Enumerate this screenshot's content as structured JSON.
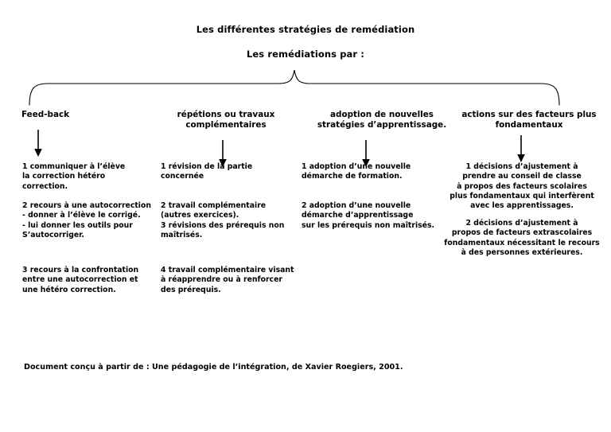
{
  "document": {
    "title": "Les différentes stratégies de remédiation",
    "subtitle": "Les remédiations par :",
    "footer": "Document conçu à partir de : Une pédagogie de l’intégration, de Xavier Roegiers, 2001.",
    "ink_color": "#000000",
    "background_color": "#ffffff"
  },
  "branches": [
    {
      "heading": "Feed-back",
      "items": [
        "1 communiquer à l’élève\n la correction hétéro\n   correction.",
        "2 recours à une autocorrection\n- donner à l’élève le corrigé.\n- lui donner les outils pour\n  S’autocorriger.",
        "3 recours à la confrontation\nentre une autocorrection et\nune hétéro correction."
      ]
    },
    {
      "heading": "répétions ou travaux\ncomplémentaires",
      "items": [
        "1 révision de la partie\n   concernée",
        "2 travail complémentaire\n  (autres exercices).\n3 révisions des prérequis non\n   maîtrisés.",
        "4 travail complémentaire visant\n  à réapprendre ou à renforcer\n  des prérequis."
      ]
    },
    {
      "heading": "adoption de nouvelles\nstratégies d’apprentissage.",
      "items": [
        "1 adoption d’une nouvelle\n  démarche de formation.",
        "2 adoption d’une nouvelle\n  démarche d’apprentissage\n   sur les prérequis non maîtrisés."
      ]
    },
    {
      "heading": "actions sur des facteurs\nplus fondamentaux",
      "items": [
        "1 décisions d’ajustement à\nprendre au conseil de classe\nà propos des facteurs scolaires\nplus fondamentaux qui interfèrent\navec les apprentissages.",
        "2 décisions d’ajustement à\npropos de facteurs extrascolaires\nfondamentaux nécessitant le recours\nà des personnes extérieures."
      ]
    }
  ],
  "connectors": {
    "brace_label": "horizontal-curly-brace",
    "arrow_label": "down-arrow"
  }
}
